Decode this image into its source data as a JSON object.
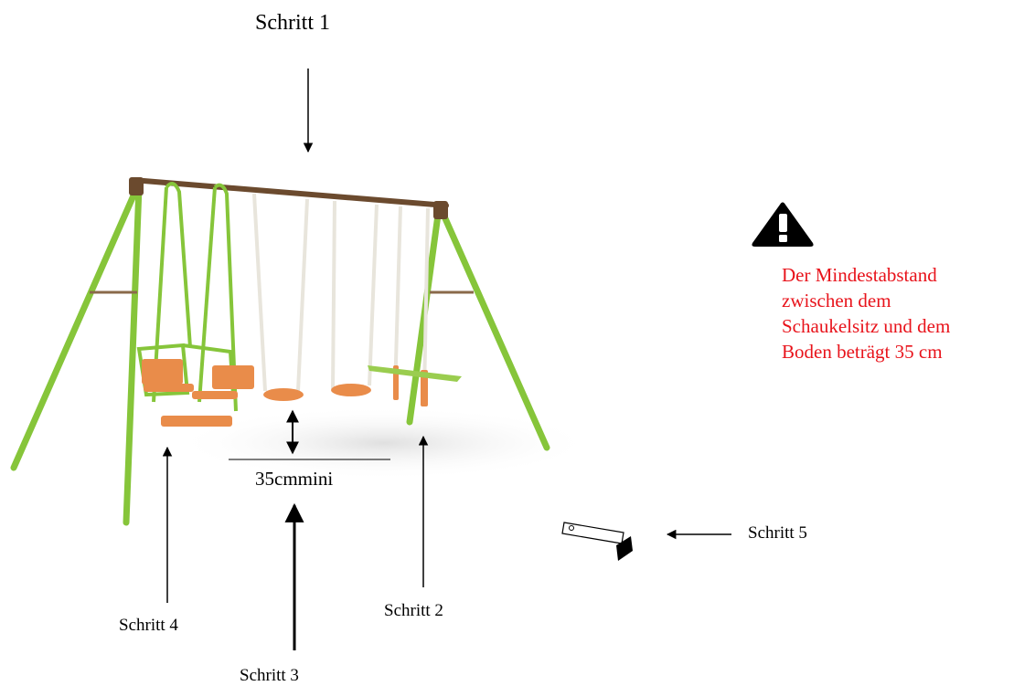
{
  "labels": {
    "step1": "Schritt 1",
    "step2": "Schritt 2",
    "step3": "Schritt 3",
    "step4": "Schritt 4",
    "step5": "Schritt 5",
    "measurement": "35cmmini"
  },
  "warning": {
    "lines": [
      "Der Mindestabstand",
      "zwischen dem",
      "Schaukelsitz und dem",
      "Boden beträgt 35 cm"
    ],
    "color": "#e8131b",
    "icon": "warning-triangle-icon"
  },
  "colors": {
    "frame_green": "#86c53a",
    "beam_brown": "#6b4a2e",
    "seat_orange": "#e98c4a",
    "rope_white": "#f2f0ea"
  }
}
